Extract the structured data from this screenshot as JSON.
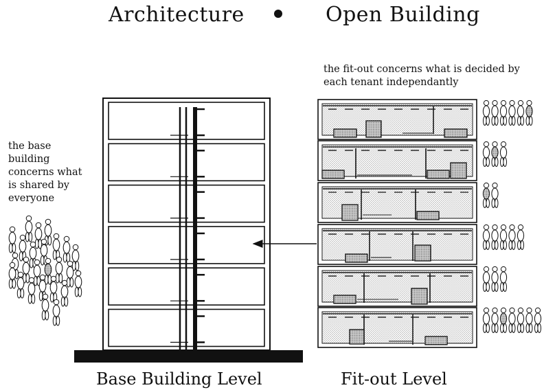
{
  "title": {
    "left": "Architecture",
    "right": "Open Building"
  },
  "notes": {
    "fit_out": [
      "the fit-out concerns what is decided by",
      "each tenant independantly"
    ],
    "base_building": [
      "the base",
      "building",
      "concerns what",
      "is shared by",
      "everyone"
    ]
  },
  "captions": {
    "base": "Base Building Level",
    "fit_out": "Fit-out Level"
  },
  "base_building": {
    "floors": 6
  },
  "fit_out": {
    "floors": 6,
    "tenants_per_floor": [
      6,
      3,
      2,
      5,
      3,
      7
    ]
  },
  "colors": {
    "ink": "#111111",
    "stipple": "#bdbdbd"
  }
}
